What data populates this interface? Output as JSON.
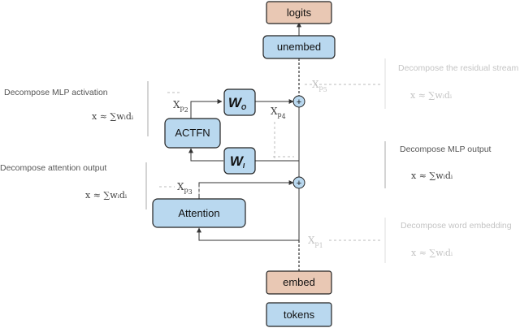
{
  "nodes": {
    "logits": "logits",
    "unembed": "unembed",
    "w_o": {
      "base": "W",
      "sub": "O"
    },
    "actfn": "ACTFN",
    "w_i": {
      "base": "W",
      "sub": "I"
    },
    "attention": "Attention",
    "embed": "embed",
    "tokens": "tokens"
  },
  "residual": {
    "plus": "+"
  },
  "points": {
    "p1": {
      "base": "X",
      "sub": "p",
      "subsub": "1"
    },
    "p2": {
      "base": "X",
      "sub": "p",
      "subsub": "2"
    },
    "p3": {
      "base": "X",
      "sub": "p",
      "subsub": "3"
    },
    "p4": {
      "base": "X",
      "sub": "p",
      "subsub": "4"
    },
    "p5": {
      "base": "X",
      "sub": "p",
      "subsub": "5"
    }
  },
  "annotations": {
    "mlp_activation": {
      "title": "Decompose MLP activation",
      "formula": "x ≈ ∑wᵢdᵢ"
    },
    "attention_output": {
      "title": "Decompose attention output",
      "formula": "x ≈ ∑wᵢdᵢ"
    },
    "residual_stream": {
      "title": "Decompose the residual stream",
      "formula": "x ≈ ∑wᵢdᵢ"
    },
    "mlp_output": {
      "title": "Decompose MLP output",
      "formula": "x ≈ ∑wᵢdᵢ"
    },
    "word_embedding": {
      "title": "Decompose word embedding",
      "formula": "x ≈ ∑wᵢdᵢ"
    }
  },
  "colors": {
    "embed_box": "#e9c8b4",
    "layer_box": "#b9d8ef",
    "faded_text": "#c4c4c4"
  }
}
